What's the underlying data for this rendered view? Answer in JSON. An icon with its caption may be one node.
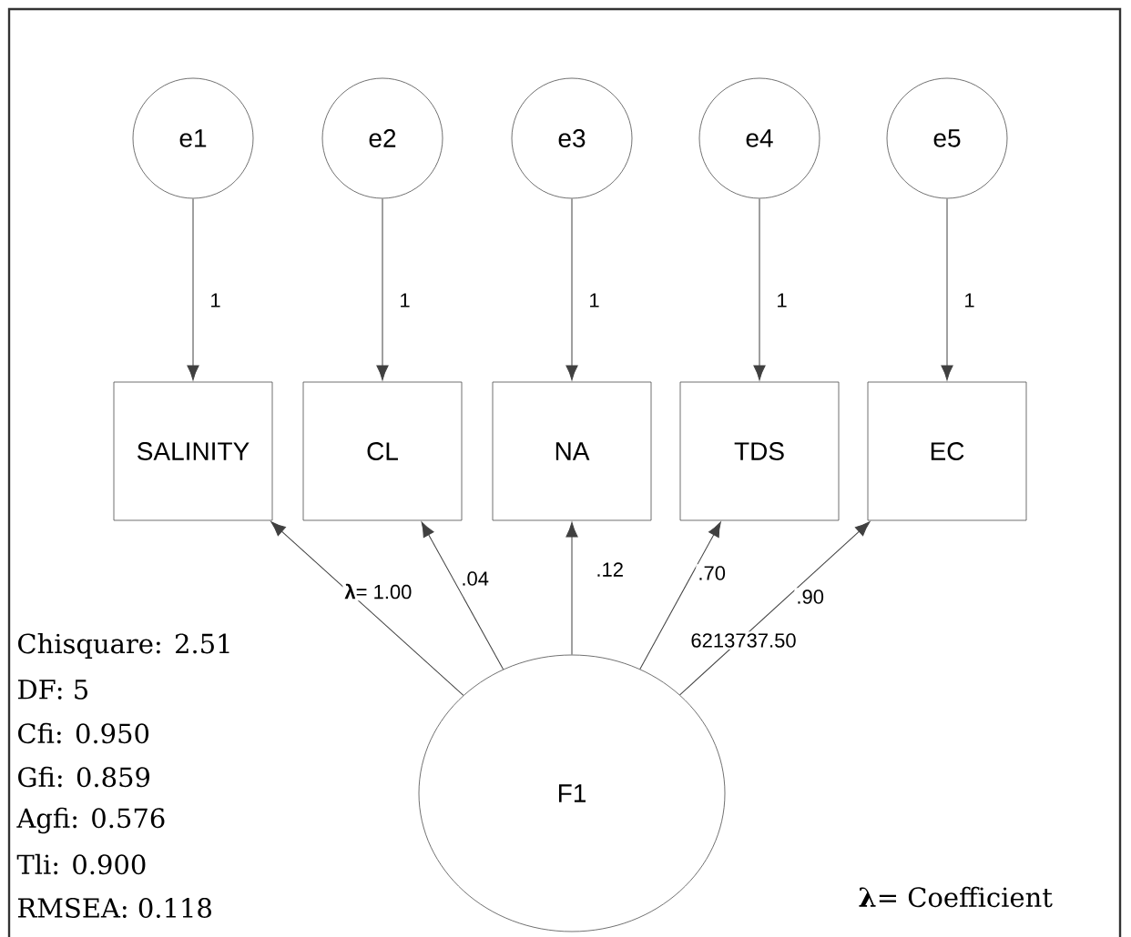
{
  "diagram": {
    "nodes": [
      {
        "text": [
          "e1"
        ]
      },
      {
        "text": [
          "e2"
        ]
      },
      {
        "text": [
          "e3"
        ]
      },
      {
        "text": [
          "e4"
        ]
      },
      {
        "text": [
          "e5"
        ]
      },
      {
        "text": [
          "SALINITY"
        ]
      },
      {
        "text": [
          "CL"
        ]
      },
      {
        "text": [
          "NA"
        ]
      },
      {
        "text": [
          "TDS"
        ]
      },
      {
        "text": [
          "EC"
        ]
      },
      {
        "text": [
          "F1"
        ]
      }
    ],
    "edges": [
      {
        "from": 0,
        "to": 5,
        "arrow": "to",
        "label": "1"
      },
      {
        "from": 1,
        "to": 6,
        "arrow": "to",
        "label": "1"
      },
      {
        "from": 2,
        "to": 7,
        "arrow": "to",
        "label": "1"
      },
      {
        "from": 3,
        "to": 8,
        "arrow": "to",
        "label": "1"
      },
      {
        "from": 4,
        "to": 9,
        "arrow": "to",
        "label": "1"
      },
      {
        "from": 10,
        "to": 5,
        "arrow": "to",
        "label": "**λ**= 1.00"
      },
      {
        "from": 10,
        "to": 6,
        "arrow": "to",
        "label": ".04"
      },
      {
        "from": 10,
        "to": 7,
        "arrow": "to",
        "label": ".12"
      },
      {
        "from": 10,
        "to": 8,
        "arrow": "to",
        "label": ".70"
      },
      {
        "from": 10,
        "to": 9,
        "arrow": "to",
        "label": ".90"
      }
    ],
    "labels": [
      "6213737.50",
      "Chisquare: 2.51",
      "DF: 5",
      "Cfi: 0.950",
      "Gfi: 0.859",
      "Agfi: 0.576",
      "Tli: 0.900",
      "RMSEA: 0.118",
      "**λ**= Coefficient"
    ]
  }
}
